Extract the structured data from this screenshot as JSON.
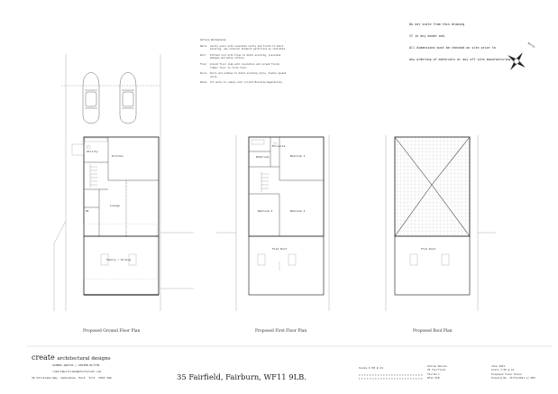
{
  "disclaimer": {
    "line1": "Do not scale from this drawing",
    "line2": "If in any doubt ask.",
    "line3": "All dimensions must be checked on site prior to",
    "line4": "any ordering of materials or any off site manufacturing."
  },
  "north_label": "North",
  "notes": {
    "header": "Outline Workmanship",
    "rows": [
      {
        "k": "Walls",
        "v": "Cavity walls with insulated cavity and finish to match existing, new internal studwork partitions as indicated."
      },
      {
        "k": "Roof",
        "v": "Pitched roof with tiles to match existing, insulated between and below rafters."
      },
      {
        "k": "Floor",
        "v": "Ground floor slab with insulation and screed finish, timber floor to first floor."
      },
      {
        "k": "Doors",
        "v": "Doors and windows to match existing style, double glazed units."
      },
      {
        "k": "Notes",
        "v": "All works to comply with current Building Regulations."
      }
    ]
  },
  "plans": {
    "ground_title": "Proposed Ground Floor Plan",
    "first_title": "Proposed First Floor Plan",
    "roof_title": "Proposed Roof Plan"
  },
  "rooms": {
    "kitchen": "Kitchen",
    "utility": "Utility",
    "lounge": "Lounge",
    "wc": "WC",
    "family_dining": "Family / Dining",
    "bedroom1": "Bedroom 1",
    "bedroom2": "Bedroom 2",
    "bedroom3": "Bedroom 3",
    "bathroom": "Bathroom",
    "en_suite": "En-suite",
    "flat_roof": "Flat Roof"
  },
  "company": {
    "name": "create",
    "tagline": "architectural designs",
    "person_line": "SIOBHA GRATSA / ADVIEN BLYTHS",
    "email": "robert@williams@btinternet.com",
    "address": "36 Sticklake Way  Oakenshaw  Park  York  YO34 3QQ"
  },
  "project_address": "35 Fairfield, Fairburn, WF11 9LB.",
  "scale_bar_label": "Scale 1:50 @ A1",
  "titleblock": {
    "client_col": "Andrew Roscoe\n35 Fairfield\nFairburn\nWF11 9LB",
    "info_col": "June 2021\nScale 1:50 @ A1\nProposed Floor Plans\nDrawing No. SF/FA/2021-1/-003"
  }
}
